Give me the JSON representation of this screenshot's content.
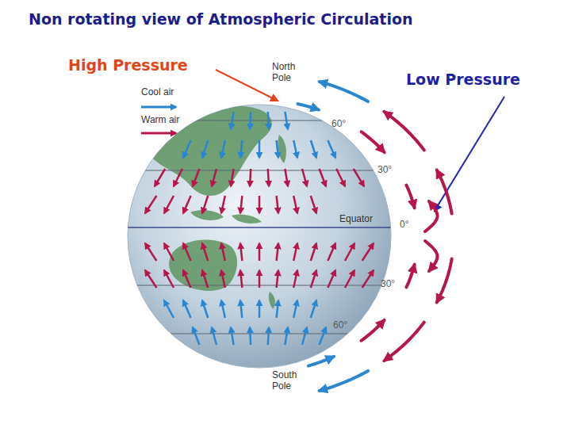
{
  "diagram": {
    "title": "Non rotating view of Atmospheric Circulation",
    "labels": [
      "High Pressure",
      "North Pole",
      "Low Pressure",
      "60°",
      "30°",
      "Equator",
      "0°",
      "30°",
      "60°",
      "South Pole"
    ],
    "legend": [
      {
        "text": "Cool air"
      },
      {
        "text": "Warm air"
      }
    ]
  }
}
